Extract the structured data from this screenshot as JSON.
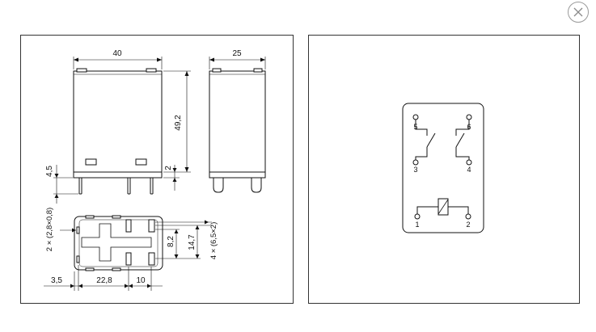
{
  "close_button": {
    "icon": "close-icon"
  },
  "dimension_drawing": {
    "dims": {
      "width": "40",
      "depth": "25",
      "height": "49,2",
      "pin_length": "4,5",
      "base_offset": "2",
      "small_pins": "2 × (2,8×0,8)",
      "large_pins": "4 × (6,5×2)",
      "pitch_small": "8,2",
      "pitch_large": "14,7",
      "offset_left": "3,5",
      "pitch_horizontal": "22,8",
      "pitch_right": "10"
    }
  },
  "schematic": {
    "terminals": {
      "t5": "5",
      "t6": "6",
      "t3": "3",
      "t4": "4",
      "t1": "1",
      "t2": "2"
    }
  }
}
